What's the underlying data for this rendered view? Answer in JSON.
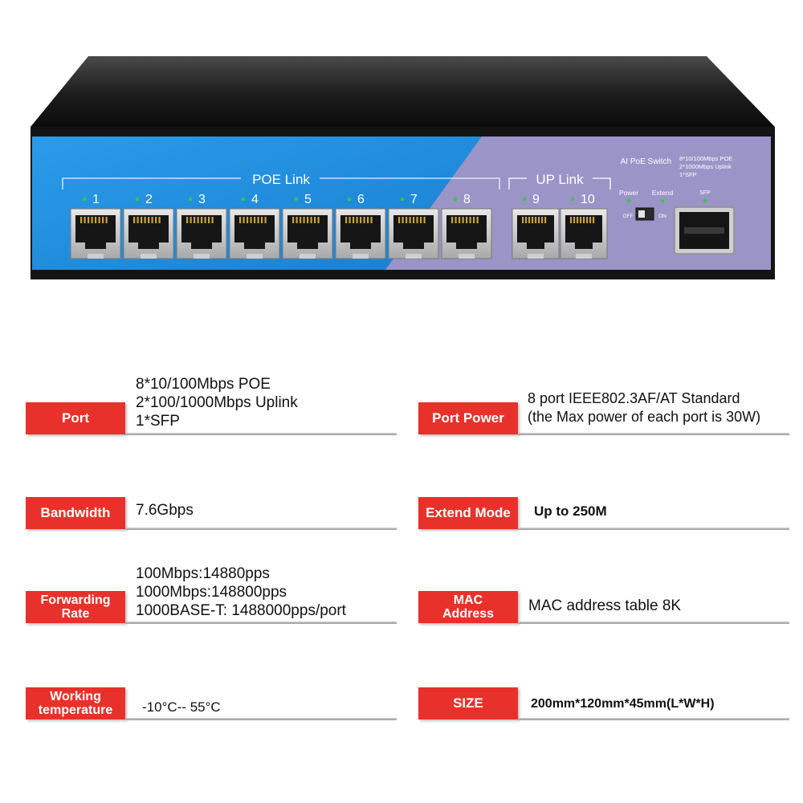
{
  "device": {
    "model_text": "AI PoE Switch",
    "spec_lines": [
      "8*10/100Mbps POE",
      "2*1000Mbps Uplink",
      "1*SFP"
    ],
    "poe_group_label": "POE Link",
    "uplink_group_label": "UP Link",
    "poe_ports": [
      "1",
      "2",
      "3",
      "4",
      "5",
      "6",
      "7",
      "8"
    ],
    "uplink_ports": [
      "9",
      "10"
    ],
    "power_label": "Power",
    "extend_label": "Extend",
    "sfp_label": "SFP",
    "off_label": "OFF",
    "on_label": "ON",
    "colors": {
      "blue": "#1f8fe0",
      "lavender": "#9b94c6",
      "body": "#1c1c1c",
      "led": "#2ecc40"
    }
  },
  "specs": [
    {
      "label": "Port",
      "lines": [
        "8*10/100Mbps POE",
        "2*100/1000Mbps Uplink",
        "1*SFP"
      ]
    },
    {
      "label": "Port Power",
      "lines": [
        "8 port IEEE802.3AF/AT Standard",
        "(the Max power of each port is 30W)"
      ]
    },
    {
      "label": "Bandwidth",
      "lines": [
        "7.6Gbps"
      ]
    },
    {
      "label": "Extend Mode",
      "lines": [
        "Up to 250M"
      ]
    },
    {
      "label": "Forwarding Rate",
      "label_lines": [
        "Forwarding",
        "Rate"
      ],
      "lines": [
        "100Mbps:14880pps",
        "1000Mbps:148800pps",
        "1000BASE-T: 1488000pps/port"
      ]
    },
    {
      "label": "MAC Address",
      "label_lines": [
        "MAC",
        "Address"
      ],
      "lines": [
        "MAC address table 8K"
      ]
    },
    {
      "label": "Working temperature",
      "label_lines": [
        "Working",
        "temperature"
      ],
      "lines": [
        "-10°C-- 55°C"
      ]
    },
    {
      "label": "SIZE",
      "lines": [
        "200mm*120mm*45mm(L*W*H)"
      ]
    }
  ],
  "accent_color": "#e8312a"
}
